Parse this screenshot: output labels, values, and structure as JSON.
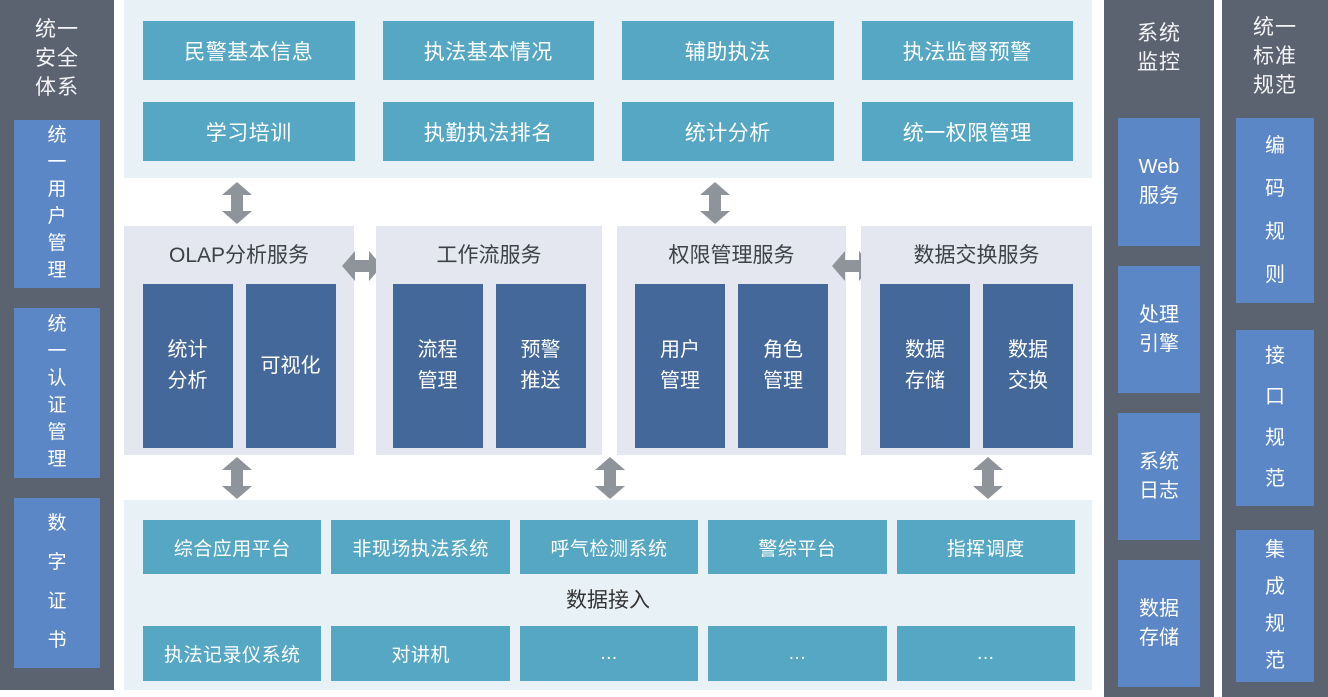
{
  "colors": {
    "dark-column": "#5b6270",
    "blue-box": "#5b87c7",
    "teal-box": "#56a7c4",
    "panel-cyan": "#e8f2f6",
    "panel-lavender": "#e4e7f0",
    "navy-box": "#44689a",
    "arrow-gray": "#8f939a",
    "title-text": "#3d4247"
  },
  "security_sidebar": {
    "title": "统一\n安全\n体系",
    "items": [
      "统\n一\n用\n户\n管\n理",
      "统\n一\n认\n证\n管\n理",
      "数\n字\n证\n书"
    ]
  },
  "application_panel": {
    "boxes": [
      "民警基本信息",
      "执法基本情况",
      "辅助执法",
      "执法监督预警",
      "学习培训",
      "执勤执法排名",
      "统计分析",
      "统一权限管理"
    ]
  },
  "service_groups": [
    {
      "title": "OLAP分析服务",
      "items": [
        "统计\n分析",
        "可视化"
      ]
    },
    {
      "title": "工作流服务",
      "items": [
        "流程\n管理",
        "预警\n推送"
      ]
    },
    {
      "title": "权限管理服务",
      "items": [
        "用户\n管理",
        "角色\n管理"
      ]
    },
    {
      "title": "数据交换服务",
      "items": [
        "数据\n存储",
        "数据\n交换"
      ]
    }
  ],
  "access_panel": {
    "row1": [
      "综合应用平台",
      "非现场执法系统",
      "呼气检测系统",
      "警综平台",
      "指挥调度"
    ],
    "label": "数据接入",
    "row2": [
      "执法记录仪系统",
      "对讲机",
      "...",
      "...",
      "..."
    ]
  },
  "monitor_sidebar": {
    "title": "系统\n监控",
    "items": [
      "Web\n服务",
      "处理\n引擎",
      "系统\n日志",
      "数据\n存储"
    ]
  },
  "standard_sidebar": {
    "title": "统一\n标准\n规范",
    "items": [
      "编\n码\n规\n则",
      "接\n口\n规\n范",
      "集\n成\n规\n范"
    ]
  }
}
